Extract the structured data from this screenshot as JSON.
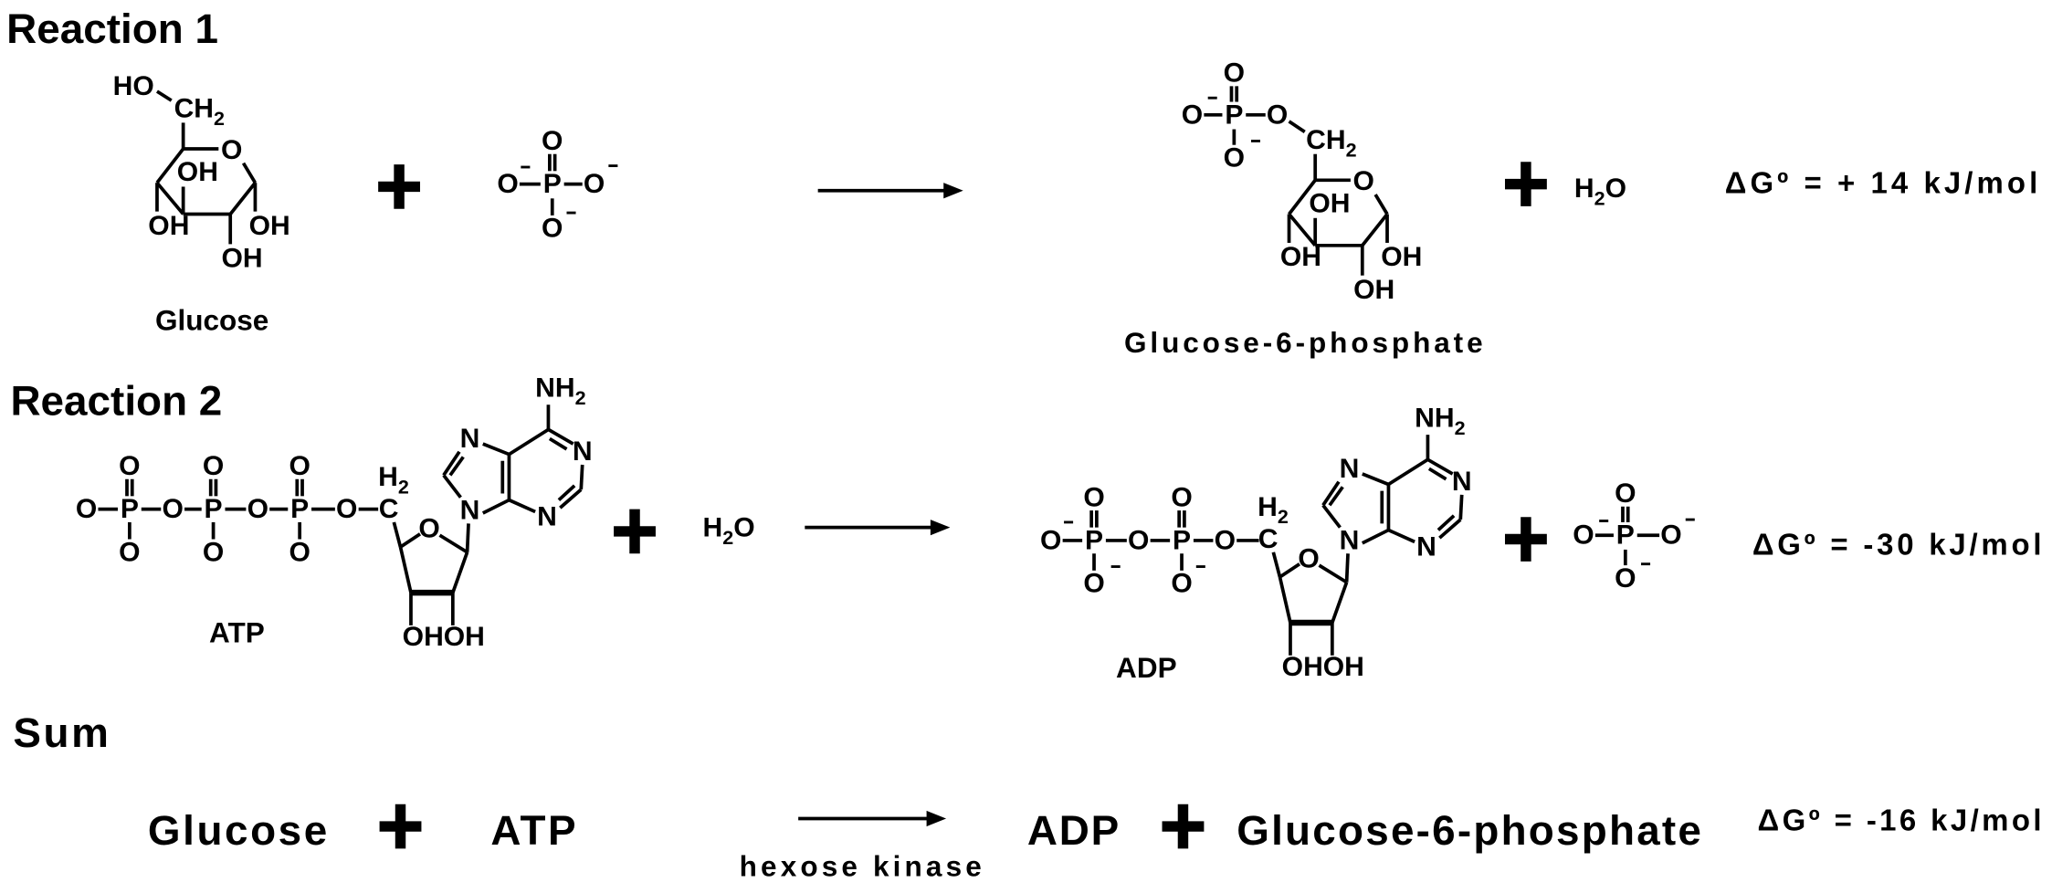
{
  "headings": {
    "reaction1": "Reaction 1",
    "reaction2": "Reaction 2",
    "sum": "Sum"
  },
  "atoms": {
    "O": "O",
    "P": "P",
    "N": "N",
    "C": "C",
    "H": "H",
    "OH": "OH",
    "HO": "HO",
    "OHOH": "OHOH",
    "CH": "CH",
    "NH": "NH",
    "sub2": "2"
  },
  "reaction1": {
    "reactant1": "Glucose",
    "product1": "Glucose-6-phosphate",
    "delta_g": "ΔGº = + 14 kJ/mol"
  },
  "reaction2": {
    "reactant1": "ATP",
    "product1": "ADP",
    "delta_g": "ΔGº = -30  kJ/mol"
  },
  "sum": {
    "reactant1": "Glucose",
    "reactant2": "ATP",
    "enzyme": "hexose kinase",
    "product1": "ADP",
    "product2": "Glucose-6-phosphate",
    "delta_g": "ΔGº = -16  kJ/mol"
  }
}
